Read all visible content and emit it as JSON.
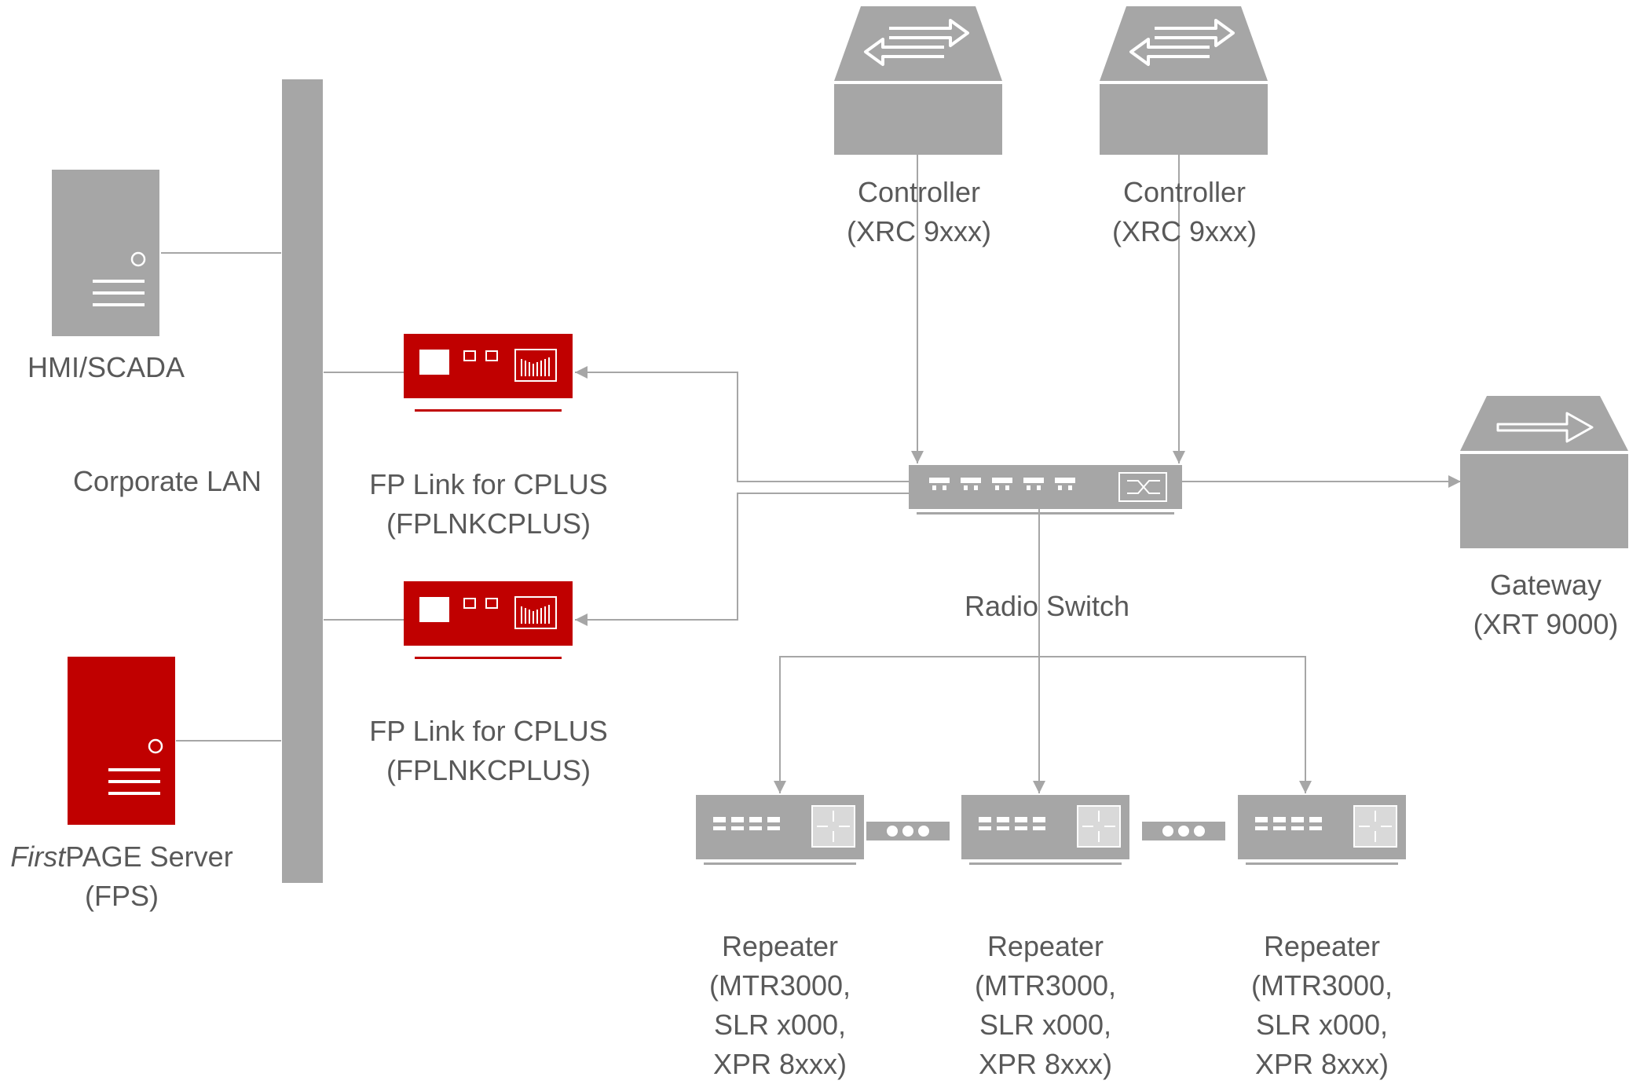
{
  "colors": {
    "device_gray": "#a6a6a6",
    "device_red": "#c00000",
    "line_gray": "#a6a6a6",
    "text_gray": "#595959"
  },
  "labels": {
    "hmi": "HMI/SCADA",
    "corporate_lan": "Corporate LAN",
    "fps_italic": "First",
    "fps_rest": "PAGE Server",
    "fps_sub": "(FPS)",
    "fplink_1_line1": "FP Link for CPLUS",
    "fplink_1_line2": "(FPLNKCPLUS)",
    "fplink_2_line1": "FP Link for CPLUS",
    "fplink_2_line2": "(FPLNKCPLUS)",
    "controller_1_line1": "Controller",
    "controller_1_line2": "(XRC 9xxx)",
    "controller_2_line1": "Controller",
    "controller_2_line2": "(XRC 9xxx)",
    "radio_switch": "Radio Switch",
    "gateway_line1": "Gateway",
    "gateway_line2": "(XRT 9000)",
    "repeaters": [
      {
        "line1": "Repeater",
        "line2": "(MTR3000,",
        "line3": "SLR x000,",
        "line4": "XPR 8xxx)"
      },
      {
        "line1": "Repeater",
        "line2": "(MTR3000,",
        "line3": "SLR x000,",
        "line4": "XPR 8xxx)"
      },
      {
        "line1": "Repeater",
        "line2": "(MTR3000,",
        "line3": "SLR x000,",
        "line4": "XPR 8xxx)"
      }
    ]
  },
  "icons": {
    "hmi_server": "server-icon",
    "fps_server": "server-icon",
    "fp_link": "network-appliance-icon",
    "controller": "router-icon",
    "radio_switch": "switch-icon",
    "gateway": "gateway-icon",
    "repeater": "repeater-icon",
    "chain": "ellipsis-link-icon"
  }
}
